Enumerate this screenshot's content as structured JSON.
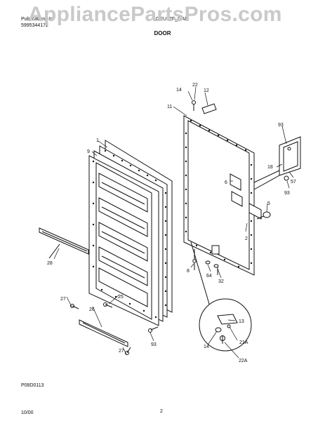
{
  "header": {
    "publication_label": "Publication No.",
    "publication_number": "5995344172",
    "model": "GEU17F_GAM",
    "watermark": "AppliancePartsPros.com"
  },
  "title": "DOOR",
  "diagram_code": "P08D0113",
  "footer": {
    "date": "10/00",
    "page": "2"
  },
  "callouts": {
    "c22_top": "22",
    "c14_top": "14",
    "c12": "12",
    "c11": "11",
    "c1": "1",
    "c9": "9",
    "c93_a": "93",
    "c18": "18",
    "c57": "57",
    "c93_b": "93",
    "c6": "6",
    "c5": "5",
    "c2": "2",
    "c28_left": "28",
    "c8": "8",
    "c64": "64",
    "c32": "32",
    "c27_a": "27",
    "c26": "26",
    "c25": "25",
    "c27_b": "27",
    "c93_c": "93",
    "c13": "13",
    "c14_detail": "14",
    "c21a": "21A",
    "c22a": "22A"
  }
}
